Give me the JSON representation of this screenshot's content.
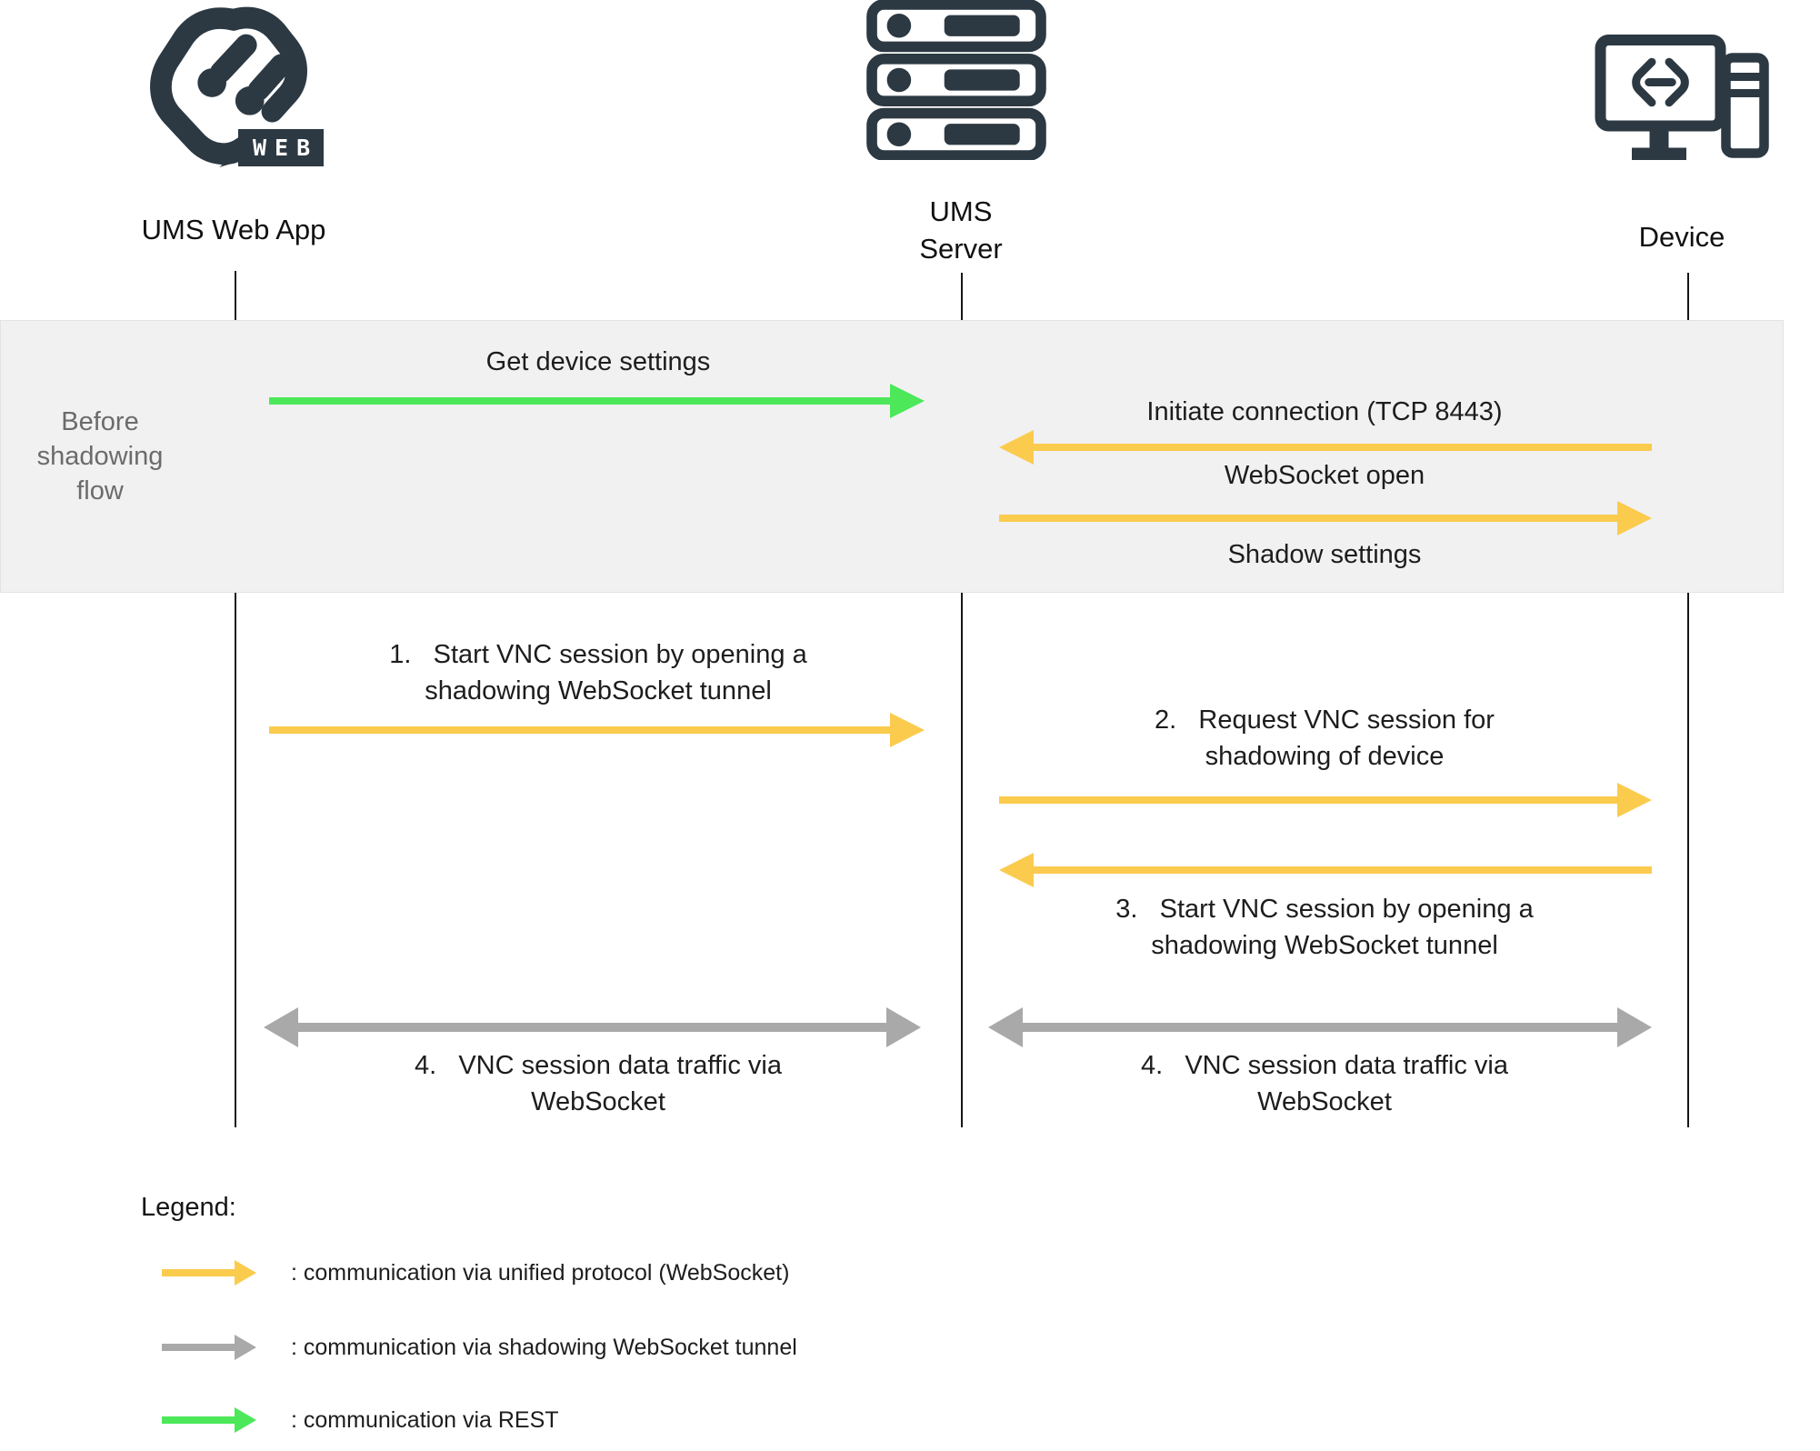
{
  "actors": {
    "web_app": {
      "label": "UMS Web App",
      "badge": "WEB"
    },
    "server": {
      "label": "UMS\nServer"
    },
    "device": {
      "label": "Device"
    }
  },
  "phase": {
    "label": "Before\nshadowing\nflow"
  },
  "messages": {
    "get_device_settings": "Get device settings",
    "initiate_connection": "Initiate connection (TCP 8443)",
    "websocket_open": "WebSocket open",
    "shadow_settings": "Shadow settings",
    "step1": "1.   Start VNC session by opening a\nshadowing WebSocket tunnel",
    "step2": "2.   Request VNC session for\nshadowing of device",
    "step3": "3.   Start VNC session by opening a\nshadowing WebSocket tunnel",
    "step4_left": "4.   VNC session data traffic via\nWebSocket",
    "step4_right": "4.   VNC session data traffic via\nWebSocket"
  },
  "legend": {
    "title": "Legend:",
    "items": [
      {
        "label": ": communication via unified protocol (WebSocket)",
        "color": "#FBCB4E"
      },
      {
        "label": ": communication via shadowing WebSocket tunnel",
        "color": "#A9A9A9"
      },
      {
        "label": ": communication via REST",
        "color": "#4CE85A"
      }
    ]
  },
  "colors": {
    "unified_protocol": "#FBCB4E",
    "shadowing_tunnel": "#A9A9A9",
    "rest": "#4CE85A",
    "icon_dark": "#2C3943",
    "phase_band_bg": "#F1F1F2",
    "phase_text": "#6B6B6B"
  }
}
